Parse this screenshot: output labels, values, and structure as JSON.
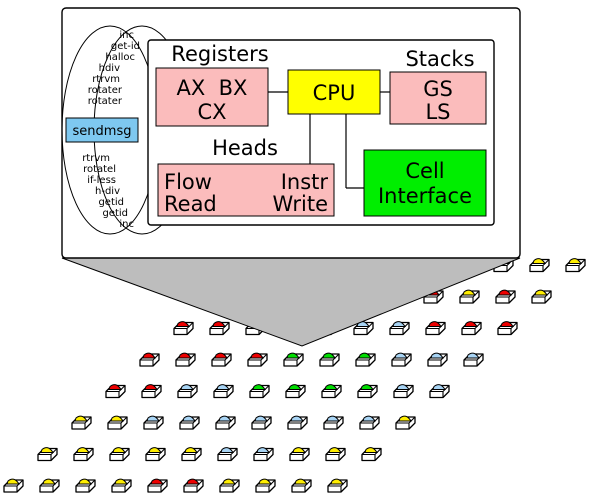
{
  "instructions_top": [
    "inc",
    "get-id",
    "halloc",
    "hdiv",
    "rtrvm",
    "rotater",
    "rotater"
  ],
  "instructions_bottom": [
    "rtrvm",
    "rotatel",
    "if-less",
    "h-div",
    "getid",
    "getid",
    "inc"
  ],
  "sendmsg_label": "sendmsg",
  "registers": {
    "title": "Registers",
    "line1": "AX  BX",
    "line2": "CX"
  },
  "cpu": {
    "label": "CPU"
  },
  "stacks": {
    "title": "Stacks",
    "line1": "GS",
    "line2": "LS"
  },
  "heads": {
    "title": "Heads",
    "flow": "Flow",
    "instr": "Instr",
    "read": "Read",
    "write": "Write"
  },
  "cell_interface": {
    "line1": "Cell",
    "line2": "Interface"
  },
  "colors": {
    "pink": "#fbbcbc",
    "cpu_yellow": "#ffff00",
    "green": "#00ee00",
    "blue": "#7ec8f0",
    "cone_gray": "#bdbdbd",
    "cell_red": "#ee0000",
    "cell_green": "#00dd00",
    "cell_yellow": "#ffee00",
    "cell_blue": "#a8d4f4"
  },
  "grid_rows": [
    [
      "y",
      "y",
      "y",
      "y",
      "y",
      "y",
      "y",
      "y",
      "y",
      "y"
    ],
    [
      "r",
      "r",
      "r",
      "r",
      "b",
      "r",
      "r",
      "y",
      "r",
      "y"
    ],
    [
      "r",
      "r",
      "r",
      "r",
      "r",
      "b",
      "b",
      "r",
      "r",
      "r"
    ],
    [
      "r",
      "r",
      "r",
      "r",
      "g",
      "g",
      "g",
      "b",
      "b",
      "b"
    ],
    [
      "r",
      "r",
      "b",
      "b",
      "g",
      "g",
      "g",
      "g",
      "b",
      "b"
    ],
    [
      "y",
      "y",
      "b",
      "b",
      "b",
      "b",
      "b",
      "b",
      "b",
      "y"
    ],
    [
      "y",
      "y",
      "y",
      "y",
      "y",
      "b",
      "b",
      "y",
      "y",
      "y"
    ],
    [
      "y",
      "y",
      "y",
      "y",
      "r",
      "r",
      "y",
      "y",
      "y",
      "y"
    ]
  ]
}
